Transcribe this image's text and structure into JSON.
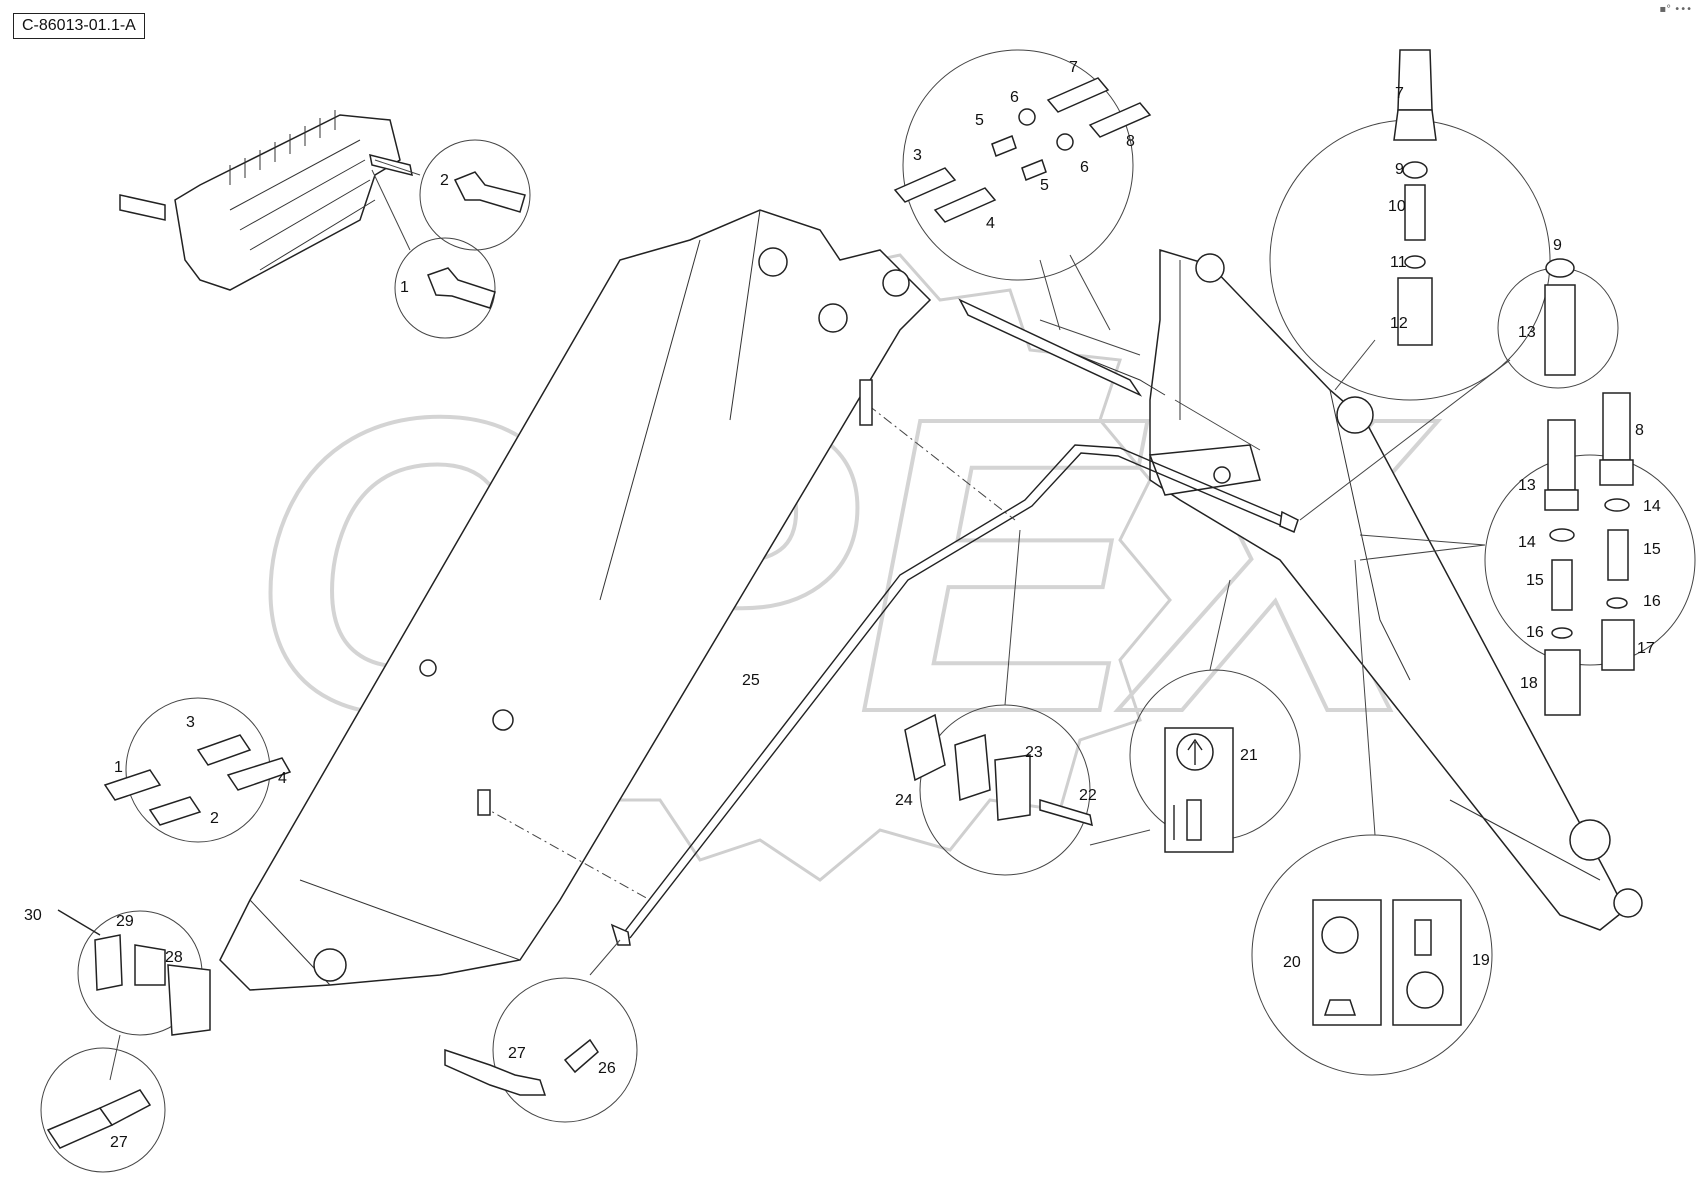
{
  "drawing_code": "C-86013-01.1-A",
  "watermark": "OPEX",
  "callout_numbers": [
    "1",
    "2",
    "3",
    "4",
    "5",
    "6",
    "7",
    "8",
    "9",
    "10",
    "11",
    "12",
    "13",
    "14",
    "15",
    "16",
    "17",
    "18",
    "19",
    "20",
    "21",
    "22",
    "23",
    "24",
    "25",
    "26",
    "27",
    "28",
    "29",
    "30"
  ],
  "corner_glyph": "▪° •••"
}
